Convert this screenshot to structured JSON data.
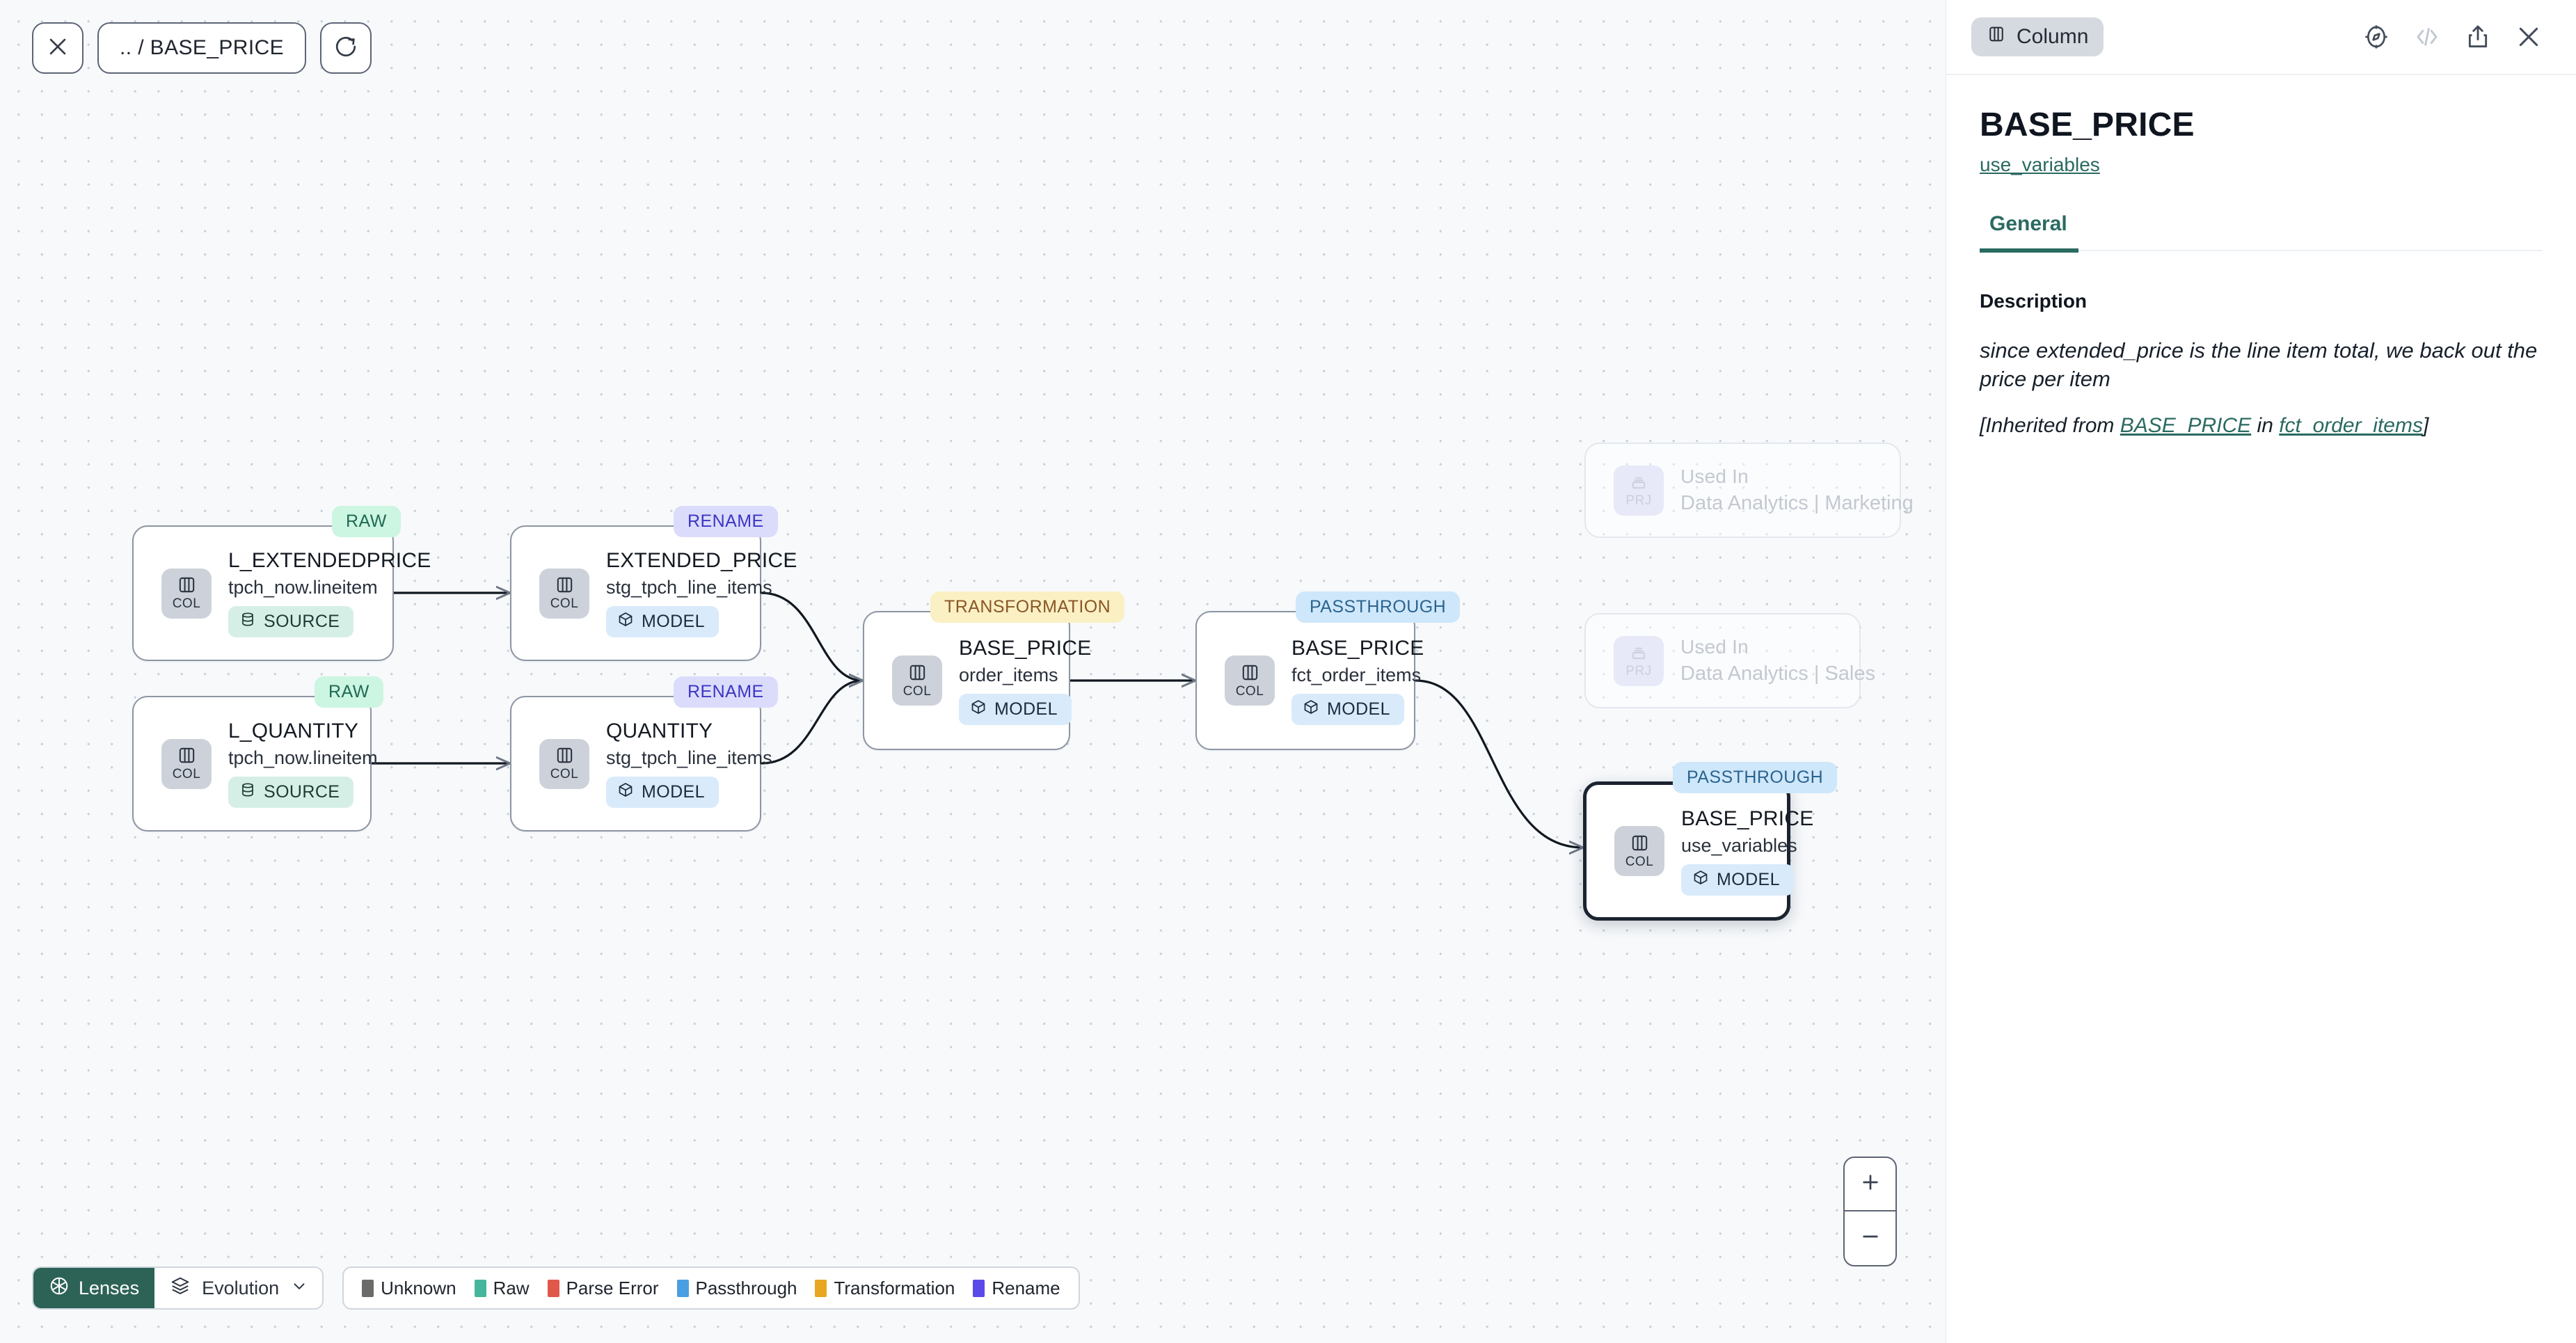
{
  "canvas": {
    "toolbar": {
      "close_label": "close-icon",
      "breadcrumb": ".. / BASE_PRICE",
      "refresh_label": "refresh-icon"
    },
    "nodes": [
      {
        "id": "l_extendedprice",
        "kind": "COL",
        "title": "L_EXTENDEDPRICE",
        "sub": "tpch_now.lineitem",
        "tag": "SOURCE",
        "tag_type": "source",
        "badge": "RAW",
        "badge_type": "raw",
        "selected": false
      },
      {
        "id": "l_quantity",
        "kind": "COL",
        "title": "L_QUANTITY",
        "sub": "tpch_now.lineitem",
        "tag": "SOURCE",
        "tag_type": "source",
        "badge": "RAW",
        "badge_type": "raw",
        "selected": false
      },
      {
        "id": "extended_price",
        "kind": "COL",
        "title": "EXTENDED_PRICE",
        "sub": "stg_tpch_line_items",
        "tag": "MODEL",
        "tag_type": "model",
        "badge": "RENAME",
        "badge_type": "rename",
        "selected": false
      },
      {
        "id": "quantity",
        "kind": "COL",
        "title": "QUANTITY",
        "sub": "stg_tpch_line_items",
        "tag": "MODEL",
        "tag_type": "model",
        "badge": "RENAME",
        "badge_type": "rename",
        "selected": false
      },
      {
        "id": "base_price_order_items",
        "kind": "COL",
        "title": "BASE_PRICE",
        "sub": "order_items",
        "tag": "MODEL",
        "tag_type": "model",
        "badge": "TRANSFORMATION",
        "badge_type": "transformation",
        "selected": false
      },
      {
        "id": "base_price_fct_order_items",
        "kind": "COL",
        "title": "BASE_PRICE",
        "sub": "fct_order_items",
        "tag": "MODEL",
        "tag_type": "model",
        "badge": "PASSTHROUGH",
        "badge_type": "passthrough",
        "selected": false
      },
      {
        "id": "base_price_use_variables",
        "kind": "COL",
        "title": "BASE_PRICE",
        "sub": "use_variables",
        "tag": "MODEL",
        "tag_type": "model",
        "badge": "PASSTHROUGH",
        "badge_type": "passthrough",
        "selected": true
      }
    ],
    "ghost_nodes": [
      {
        "id": "used_in_marketing",
        "kind": "PRJ",
        "title": "Used In",
        "sub": "Data Analytics | Marketing"
      },
      {
        "id": "used_in_sales",
        "kind": "PRJ",
        "title": "Used In",
        "sub": "Data Analytics | Sales"
      }
    ],
    "bottom_bar": {
      "lenses_label": "Lenses",
      "evolution_label": "Evolution",
      "legend": [
        {
          "label": "Unknown",
          "color": "#6b6b6b"
        },
        {
          "label": "Raw",
          "color": "#45b69c"
        },
        {
          "label": "Parse Error",
          "color": "#e0574c"
        },
        {
          "label": "Passthrough",
          "color": "#4a9fe3"
        },
        {
          "label": "Transformation",
          "color": "#e7a722"
        },
        {
          "label": "Rename",
          "color": "#5b4ae8"
        }
      ]
    },
    "zoom": {
      "in_label": "+",
      "out_label": "−"
    }
  },
  "panel": {
    "type_chip": "Column",
    "icons": {
      "explore": "compass-icon",
      "code": "code-icon",
      "share": "share-icon",
      "close": "close-icon"
    },
    "title": "BASE_PRICE",
    "subtitle_link": "use_variables",
    "tabs": [
      {
        "label": "General",
        "active": true
      }
    ],
    "description": {
      "label": "Description",
      "body": "since extended_price is the line item total, we back out the price per item",
      "inherited_prefix": "[Inherited from ",
      "inherited_link1": "BASE_PRICE",
      "inherited_mid": " in ",
      "inherited_link2": "fct_order_items",
      "inherited_suffix": "]"
    }
  },
  "colors": {
    "accent_teal": "#2a6a61",
    "lenses_bg": "#2d6356",
    "selected_border": "#1b2330"
  }
}
